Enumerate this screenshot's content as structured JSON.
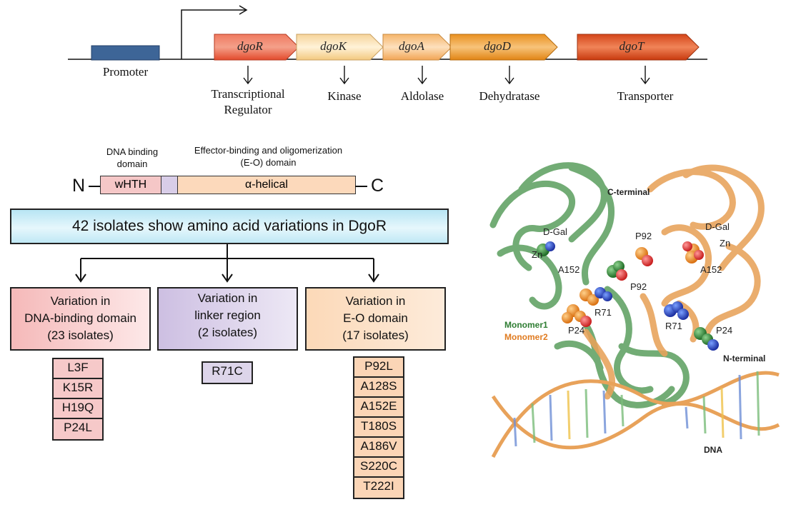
{
  "operon": {
    "promoter_label": "Promoter",
    "genes": [
      {
        "name": "dgoR",
        "product": "Transcriptional Regulator",
        "color": "#e8503a"
      },
      {
        "name": "dgoK",
        "product": "Kinase",
        "color": "#f8d9a0"
      },
      {
        "name": "dgoA",
        "product": "Aldolase",
        "color": "#f7b76f"
      },
      {
        "name": "dgoD",
        "product": "Dehydratase",
        "color": "#ec9a2a"
      },
      {
        "name": "dgoT",
        "product": "Transporter",
        "color": "#d4491c"
      }
    ]
  },
  "domains": {
    "n_terminus": "N",
    "c_terminus": "C",
    "dna_binding_label": "DNA binding domain",
    "eo_label": "Effector-binding and oligomerization (E-O) domain",
    "whth_label": "wHTH",
    "helical_label": "α-helical"
  },
  "summary_title": "42 isolates show amino acid variations in DgoR",
  "categories": [
    {
      "label_lines": [
        "Variation in",
        "DNA-binding domain",
        "(23 isolates)"
      ],
      "color": "#f6c9c9",
      "mutations": [
        "L3F",
        "K15R",
        "H19Q",
        "P24L"
      ]
    },
    {
      "label_lines": [
        "Variation in",
        "linker region",
        "(2 isolates)"
      ],
      "color": "#d7cfe6",
      "mutations": [
        "R71C"
      ]
    },
    {
      "label_lines": [
        "Variation in",
        "E-O domain",
        "(17 isolates)"
      ],
      "color": "#fbd3b4",
      "mutations": [
        "P92L",
        "A128S",
        "A152E",
        "T180S",
        "A186V",
        "S220C",
        "T222I"
      ]
    }
  ],
  "structure": {
    "c_terminal": "C-terminal",
    "n_terminal": "N-terminal",
    "dna": "DNA",
    "monomer1": "Monomer1",
    "monomer2": "Monomer2",
    "monomer1_color": "#2e7d32",
    "monomer2_color": "#e07b20",
    "labels": {
      "dgal_left": "D-Gal",
      "dgal_right": "D-Gal",
      "zn_left": "Zn",
      "zn_right": "Zn",
      "a152_left": "A152",
      "a152_right": "A152",
      "p92_top": "P92",
      "p92_mid": "P92",
      "r71_left": "R71",
      "r71_right": "R71",
      "p24_left": "P24",
      "p24_right": "P24"
    }
  }
}
